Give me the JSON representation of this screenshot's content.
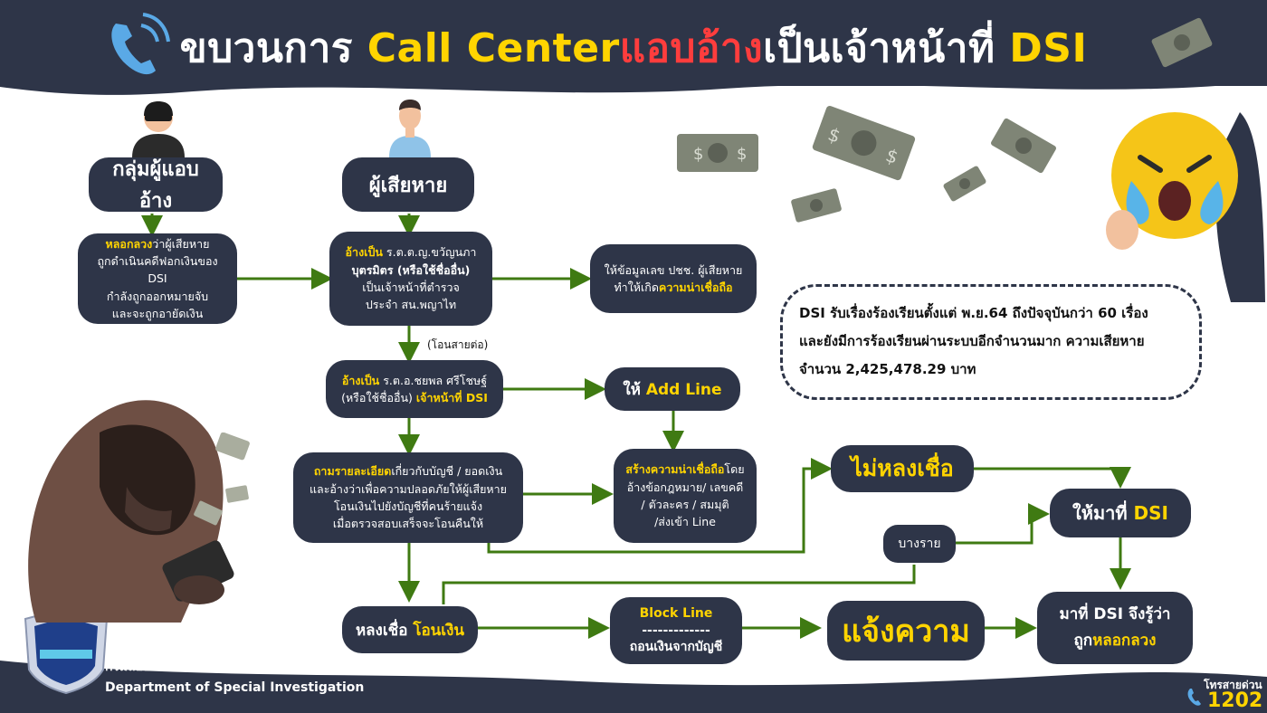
{
  "title": {
    "part1": "ขบวนการ ",
    "part2": "Call Center",
    "part3": "แอบอ้าง",
    "part4": "เป็นเจ้าหน้าที่ ",
    "part5": "DSI"
  },
  "nodes": {
    "impostor": "กลุ่มผู้แอบอ้าง",
    "victim": "ผู้เสียหาย",
    "deceive_hl": "หลอกลวง",
    "deceive_l1": "ว่าผู้เสียหาย",
    "deceive_l2": "ถูกดำเนินคดีฟอกเงินของ DSI",
    "deceive_l3": "กำลังถูกออกหมายจับ",
    "deceive_l4": "และจะถูกอายัดเงิน",
    "claim1_hl": "อ้างเป็น",
    "claim1_l1": " ร.ต.ต.ญ.ขวัญนภา",
    "claim1_l2": "บุตรมิตร (หรือใช้ชื่ออื่น)",
    "claim1_l3": "เป็นเจ้าหน้าที่ตำรวจ",
    "claim1_l4": "ประจำ สน.พญาไท",
    "info_l1": "ให้ข้อมูลเลข ปชช. ผู้เสียหาย",
    "info_l2a": "ทำให้เกิด",
    "info_l2b": "ความน่าเชื่อถือ",
    "transfer_call": "(โอนสายต่อ)",
    "claim2_hl": "อ้างเป็น",
    "claim2_l1": " ร.ต.อ.ชยพล ศรีโชษฐ์",
    "claim2_l2a": "(หรือใช้ชื่ออื่น) ",
    "claim2_l2b": "เจ้าหน้าที่ DSI",
    "addline_a": "ให้ ",
    "addline_b": "Add Line",
    "ask_hl": "ถามรายละเอียด",
    "ask_l1": "เกี่ยวกับบัญชี / ยอดเงิน",
    "ask_l2": "และอ้างว่าเพื่อความปลอดภัยให้ผู้เสียหาย",
    "ask_l3": "โอนเงินไปยังบัญชีที่คนร้ายแจ้ง",
    "ask_l4": "เมื่อตรวจสอบเสร็จจะโอนคืนให้",
    "trust_hl": "สร้างความน่าเชื่อถือ",
    "trust_l1": "โดย",
    "trust_l2": "อ้างข้อกฎหมาย/ เลขคดี",
    "trust_l3": "/ ตัวละคร / สมมุติ",
    "trust_l4": "/ส่งเข้า Line",
    "not_fooled": "ไม่หลงเชื่อ",
    "some": "บางราย",
    "come_dsi_a": "ให้มาที่ ",
    "come_dsi_b": "DSI",
    "fooled_a": "หลงเชื่อ ",
    "fooled_b": "โอนเงิน",
    "block_l1": "Block Line",
    "block_l2": "-------------",
    "block_l3": "ถอนเงินจากบัญชี",
    "report": "แจ้งความ",
    "realize_l1": "มาที่ DSI จึงรู้ว่า",
    "realize_l2a": "ถูก",
    "realize_l2b": "หลอกลวง"
  },
  "note": {
    "l1": "DSI รับเรื่องร้องเรียนตั้งแต่ พ.ย.64 ถึงปัจจุบันกว่า 60 เรื่อง",
    "l2": "และยังมีการร้องเรียนผ่านระบบอีกจำนวนมาก ความเสียหาย",
    "l3": "จำนวน 2,425,478.29  บาท"
  },
  "footer": {
    "org_th": "กรมสอบสวนคดีพิเศษ",
    "org_en": "Department of Special Investigation",
    "hotline_label": "โทรสายด่วน",
    "hotline": "1202"
  },
  "colors": {
    "navy": "#2e3548",
    "yellow": "#ffd400",
    "red": "#ff3d3d",
    "arrow": "#3f7a12"
  }
}
